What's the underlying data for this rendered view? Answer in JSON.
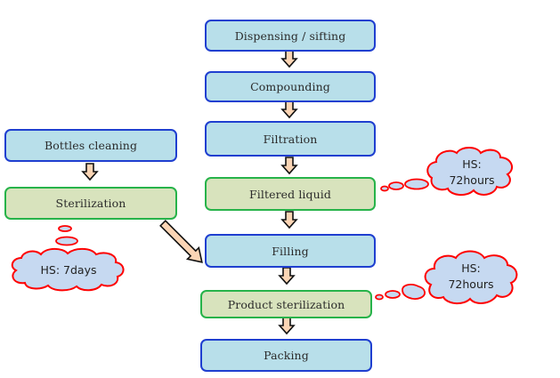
{
  "diagram": {
    "type": "process-flowchart",
    "main_flow": [
      {
        "id": "dispensing",
        "label": "Dispensing / sifting",
        "style": "blue"
      },
      {
        "id": "compounding",
        "label": "Compounding",
        "style": "blue"
      },
      {
        "id": "filtration",
        "label": "Filtration",
        "style": "blue"
      },
      {
        "id": "filtered-liquid",
        "label": "Filtered liquid",
        "style": "green"
      },
      {
        "id": "filling",
        "label": "Filling",
        "style": "blue"
      },
      {
        "id": "product-sterilization",
        "label": "Product sterilization",
        "style": "green"
      },
      {
        "id": "packing",
        "label": "Packing",
        "style": "blue"
      }
    ],
    "side_flow": [
      {
        "id": "bottles-cleaning",
        "label": "Bottles cleaning",
        "style": "blue"
      },
      {
        "id": "sterilization",
        "label": "Sterilization",
        "style": "green"
      }
    ],
    "side_flow_joins": "filling",
    "callouts": [
      {
        "attached_to": "filtered-liquid",
        "line1": "HS:",
        "line2": "72hours"
      },
      {
        "attached_to": "sterilization",
        "line1": "HS: 7days",
        "line2": ""
      },
      {
        "attached_to": "product-sterilization",
        "line1": "HS:",
        "line2": "72hours"
      }
    ],
    "colors": {
      "process_fill": "#b8dfea",
      "process_border": "#1f3fd0",
      "hold_fill": "#d8e3bd",
      "hold_border": "#27b34a",
      "cloud_fill": "#c6d9f1",
      "cloud_border": "#ff0000",
      "arrow_fill": "#fbd5b5"
    }
  }
}
